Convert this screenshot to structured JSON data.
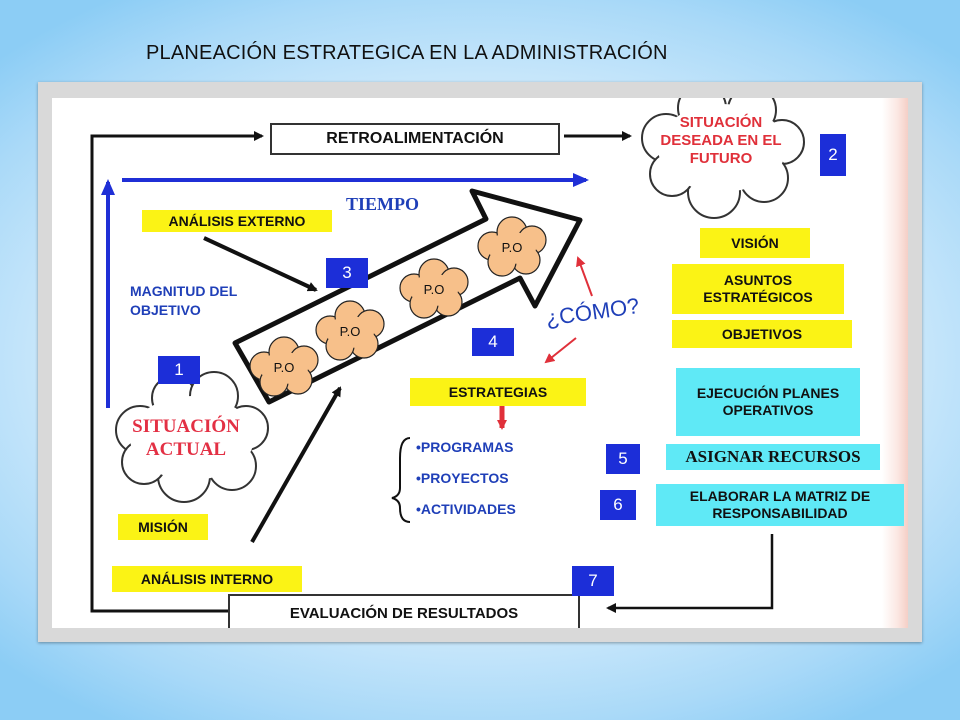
{
  "page_title": "PLANEACIÓN ESTRATEGICA EN LA ADMINISTRACIÓN",
  "diagram": {
    "retroalimentacion": "RETROALIMENTACIÓN",
    "tiempo": "TIEMPO",
    "analisis_externo": "ANÁLISIS EXTERNO",
    "magnitud_objetivo": "MAGNITUD DEL OBJETIVO",
    "mision": "MISIÓN",
    "analisis_interno": "ANÁLISIS INTERNO",
    "evaluacion_resultados": "EVALUACIÓN DE RESULTADOS",
    "situacion_actual": "SITUACIÓN ACTUAL",
    "situacion_deseada": "SITUACIÓN DESEADA EN EL FUTURO",
    "po_label": "P.O",
    "como": "¿CÓMO?",
    "estrategias": "ESTRATEGIAS",
    "tactics": [
      "•PROGRAMAS",
      "•PROYECTOS",
      "•ACTIVIDADES"
    ],
    "vision": "VISIÓN",
    "asuntos_estrategicos": "ASUNTOS ESTRATÉGICOS",
    "objetivos": "OBJETIVOS",
    "ejecucion": "EJECUCIÓN PLANES OPERATIVOS",
    "asignar_recursos": "ASIGNAR RECURSOS",
    "elaborar_matriz": "ELABORAR LA MATRIZ DE RESPONSABILIDAD",
    "numbers": [
      "1",
      "2",
      "3",
      "4",
      "5",
      "6",
      "7"
    ]
  },
  "colors": {
    "yellow": "#fbf315",
    "cyan": "#5fe9f6",
    "blue_box": "#1c2ed8",
    "blue_text": "#1f3fb8",
    "red_text": "#e0303a",
    "cloud_fill": "#f7c08a"
  }
}
